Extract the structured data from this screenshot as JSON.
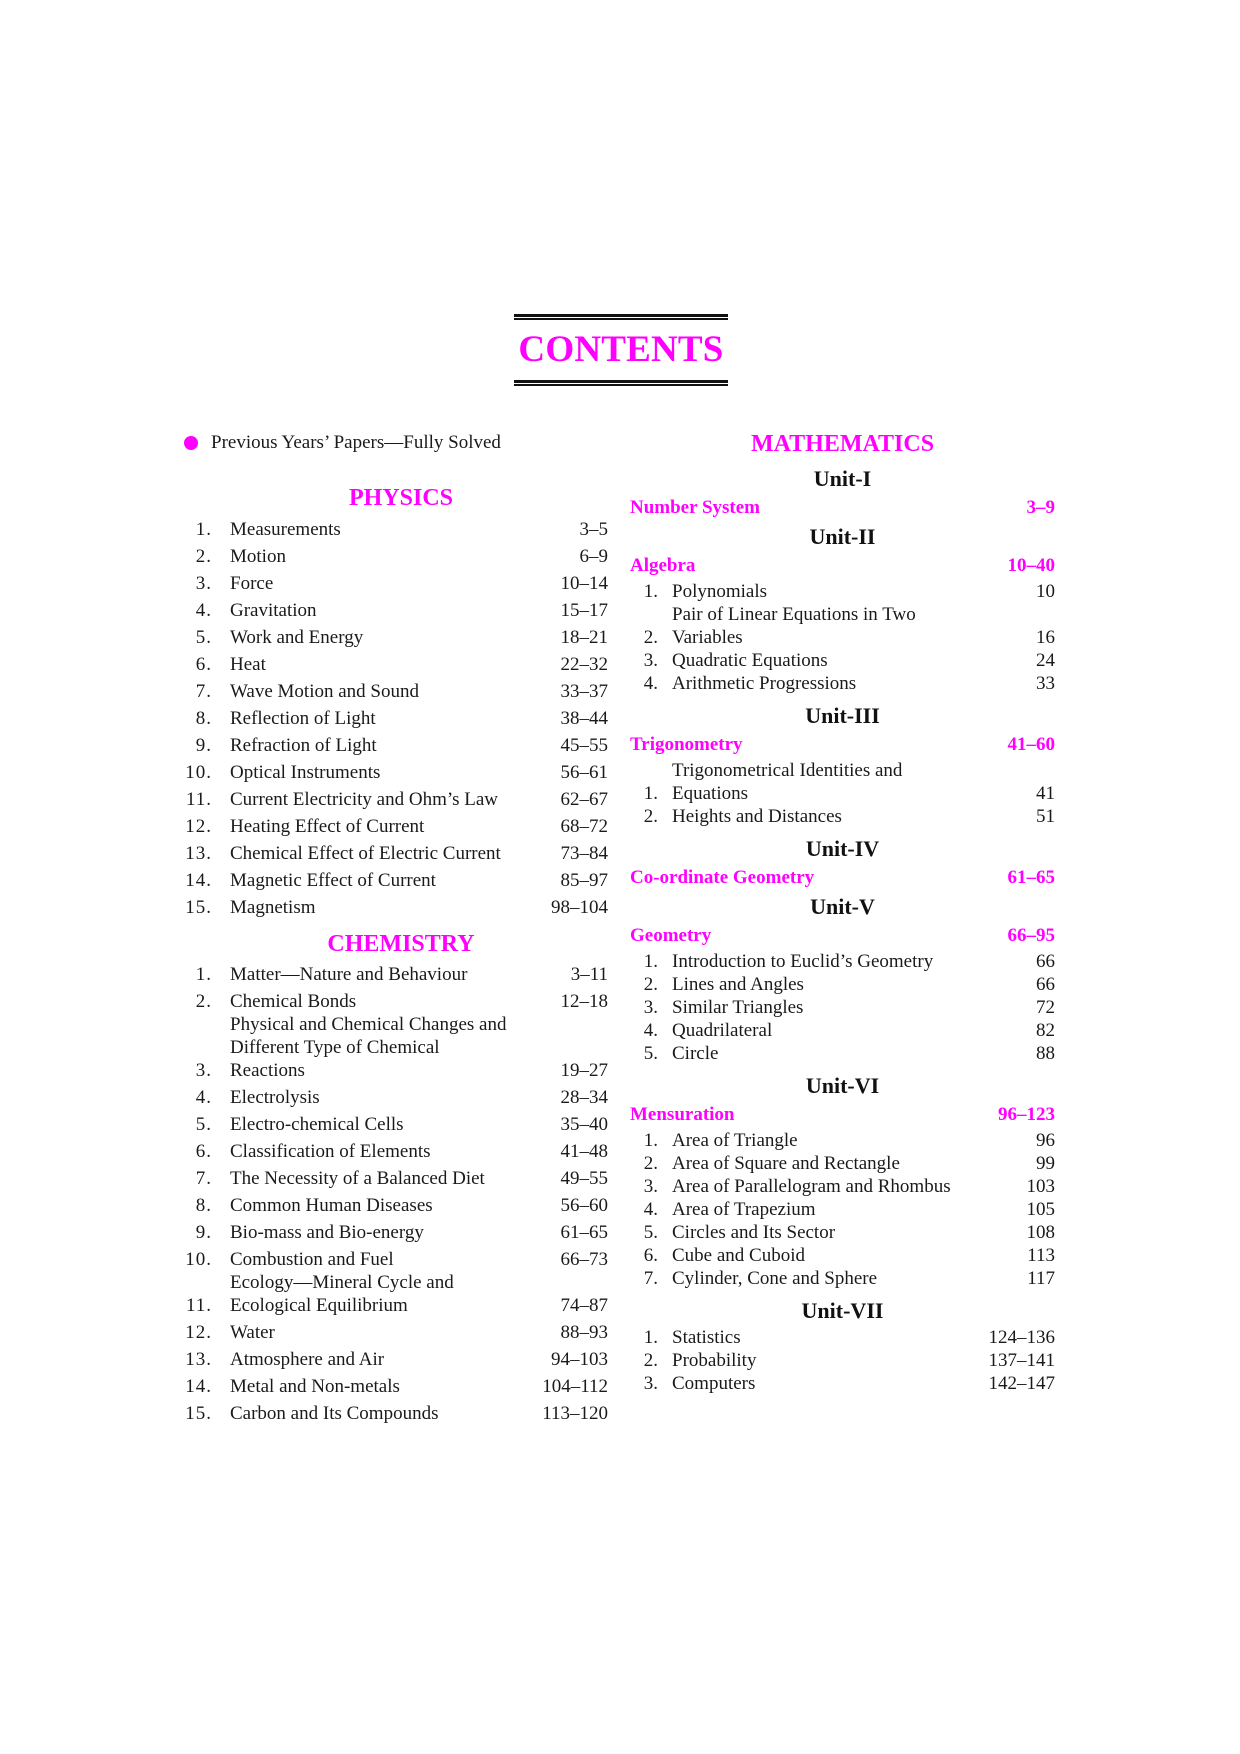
{
  "title": "CONTENTS",
  "colors": {
    "accent": "#ff00ff",
    "text": "#1a1a1a"
  },
  "intro": {
    "bullet_icon": "filled-circle",
    "text": "Previous Years’ Papers—Fully Solved"
  },
  "physics": {
    "heading": "PHYSICS",
    "items": [
      {
        "num": "1.",
        "title": "Measurements",
        "pages": "3–5"
      },
      {
        "num": "2.",
        "title": "Motion",
        "pages": "6–9"
      },
      {
        "num": "3.",
        "title": "Force",
        "pages": "10–14"
      },
      {
        "num": "4.",
        "title": "Gravitation",
        "pages": "15–17"
      },
      {
        "num": "5.",
        "title": "Work and Energy",
        "pages": "18–21"
      },
      {
        "num": "6.",
        "title": "Heat",
        "pages": "22–32"
      },
      {
        "num": "7.",
        "title": "Wave Motion and Sound",
        "pages": "33–37"
      },
      {
        "num": "8.",
        "title": "Reflection of Light",
        "pages": "38–44"
      },
      {
        "num": "9.",
        "title": "Refraction of Light",
        "pages": "45–55"
      },
      {
        "num": "10.",
        "title": "Optical Instruments",
        "pages": "56–61"
      },
      {
        "num": "11.",
        "title": "Current Electricity and Ohm’s Law",
        "pages": "62–67"
      },
      {
        "num": "12.",
        "title": "Heating Effect of Current",
        "pages": "68–72"
      },
      {
        "num": "13.",
        "title": "Chemical Effect of Electric Current",
        "pages": "73–84"
      },
      {
        "num": "14.",
        "title": "Magnetic Effect of Current",
        "pages": "85–97"
      },
      {
        "num": "15.",
        "title": "Magnetism",
        "pages": "98–104"
      }
    ]
  },
  "chemistry": {
    "heading": "CHEMISTRY",
    "items": [
      {
        "num": "1.",
        "title": "Matter—Nature and Behaviour",
        "pages": "3–11"
      },
      {
        "num": "2.",
        "title": "Chemical Bonds",
        "pages": "12–18"
      },
      {
        "num": "3.",
        "title_lines": [
          "Physical and Chemical Changes and",
          "Different Type of Chemical",
          "Reactions"
        ],
        "pages": "19–27"
      },
      {
        "num": "4.",
        "title": "Electrolysis",
        "pages": "28–34"
      },
      {
        "num": "5.",
        "title": "Electro-chemical Cells",
        "pages": "35–40"
      },
      {
        "num": "6.",
        "title": "Classification of Elements",
        "pages": "41–48"
      },
      {
        "num": "7.",
        "title": "The Necessity of a Balanced Diet",
        "pages": "49–55"
      },
      {
        "num": "8.",
        "title": "Common Human Diseases",
        "pages": "56–60"
      },
      {
        "num": "9.",
        "title": "Bio-mass and Bio-energy",
        "pages": "61–65"
      },
      {
        "num": "10.",
        "title": "Combustion and Fuel",
        "pages": "66–73"
      },
      {
        "num": "11.",
        "title_lines": [
          "Ecology—Mineral Cycle and",
          "Ecological Equilibrium"
        ],
        "pages": "74–87"
      },
      {
        "num": "12.",
        "title": "Water",
        "pages": "88–93"
      },
      {
        "num": "13.",
        "title": "Atmosphere and Air",
        "pages": "94–103"
      },
      {
        "num": "14.",
        "title": "Metal and Non-metals",
        "pages": "104–112"
      },
      {
        "num": "15.",
        "title": "Carbon and Its Compounds",
        "pages": "113–120"
      }
    ]
  },
  "mathematics": {
    "heading": "MATHEMATICS",
    "units": [
      {
        "unit": "Unit-I",
        "topic": "Number System",
        "pages": "3–9",
        "items": []
      },
      {
        "unit": "Unit-II",
        "topic": "Algebra",
        "pages": "10–40",
        "items": [
          {
            "num": "1.",
            "title": "Polynomials",
            "pages": "10"
          },
          {
            "num": "2.",
            "title_lines": [
              "Pair of Linear Equations in Two",
              "Variables"
            ],
            "pages": "16"
          },
          {
            "num": "3.",
            "title": "Quadratic Equations",
            "pages": "24"
          },
          {
            "num": "4.",
            "title": "Arithmetic Progressions",
            "pages": "33"
          }
        ]
      },
      {
        "unit": "Unit-III",
        "topic": "Trigonometry",
        "pages": "41–60",
        "items": [
          {
            "num": "1.",
            "title_lines": [
              "Trigonometrical Identities and",
              "Equations"
            ],
            "pages": "41"
          },
          {
            "num": "2.",
            "title": "Heights and Distances",
            "pages": "51"
          }
        ]
      },
      {
        "unit": "Unit-IV",
        "topic": "Co-ordinate Geometry",
        "pages": "61–65",
        "items": []
      },
      {
        "unit": "Unit-V",
        "topic": "Geometry",
        "pages": "66–95",
        "items": [
          {
            "num": "1.",
            "title": "Introduction to Euclid’s Geometry",
            "pages": "66"
          },
          {
            "num": "2.",
            "title": "Lines and Angles",
            "pages": "66"
          },
          {
            "num": "3.",
            "title": "Similar Triangles",
            "pages": "72"
          },
          {
            "num": "4.",
            "title": "Quadrilateral",
            "pages": "82"
          },
          {
            "num": "5.",
            "title": "Circle",
            "pages": "88"
          }
        ]
      },
      {
        "unit": "Unit-VI",
        "topic": "Mensuration",
        "pages": "96–123",
        "items": [
          {
            "num": "1.",
            "title": "Area of Triangle",
            "pages": "96"
          },
          {
            "num": "2.",
            "title": "Area of Square and Rectangle",
            "pages": "99"
          },
          {
            "num": "3.",
            "title": "Area of Parallelogram and Rhombus",
            "pages": "103"
          },
          {
            "num": "4.",
            "title": "Area of Trapezium",
            "pages": "105"
          },
          {
            "num": "5.",
            "title": "Circles and Its Sector",
            "pages": "108"
          },
          {
            "num": "6.",
            "title": "Cube and Cuboid",
            "pages": "113"
          },
          {
            "num": "7.",
            "title": "Cylinder, Cone and Sphere",
            "pages": "117"
          }
        ]
      },
      {
        "unit": "Unit-VII",
        "topic": null,
        "pages": null,
        "items": [
          {
            "num": "1.",
            "title": "Statistics",
            "pages": "124–136"
          },
          {
            "num": "2.",
            "title": "Probability",
            "pages": "137–141"
          },
          {
            "num": "3.",
            "title": "Computers",
            "pages": "142–147"
          }
        ]
      }
    ]
  }
}
